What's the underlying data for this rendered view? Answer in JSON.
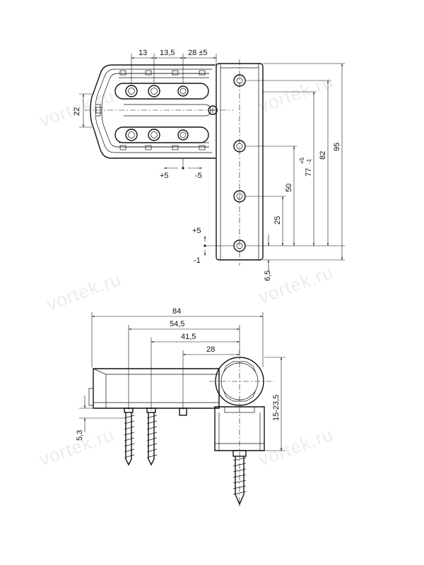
{
  "watermark": "vortek.ru",
  "top_view": {
    "dims": {
      "d13": "13",
      "d13_5": "13,5",
      "d28": "28 ±5",
      "d22": "22",
      "d95": "95",
      "d82": "82",
      "d77_val": "77",
      "d77_tol_plus": "+5",
      "d77_tol_minus": "-1",
      "d50": "50",
      "d25": "25",
      "d6_5": "6,5",
      "adj_h_plus": "+5",
      "adj_h_minus": "-5",
      "adj_v_plus": "+5",
      "adj_v_minus": "-1"
    }
  },
  "side_view": {
    "dims": {
      "d84": "84",
      "d54_5": "54,5",
      "d41_5": "41,5",
      "d28": "28",
      "d15_23_5": "15-23,5",
      "d5_3": "5,3"
    }
  },
  "colors": {
    "line": "#111111",
    "watermark": "#ececec",
    "background": "#ffffff"
  }
}
